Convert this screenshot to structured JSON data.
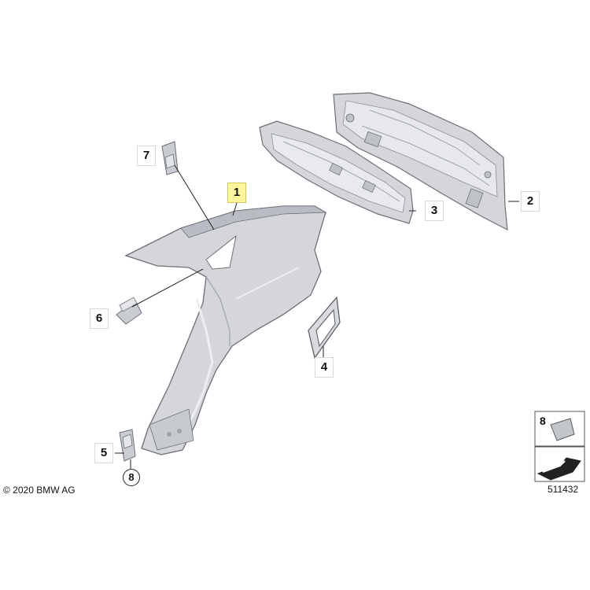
{
  "callouts": {
    "c1": "1",
    "c2": "2",
    "c3": "3",
    "c4": "4",
    "c5": "5",
    "c6": "6",
    "c7": "7",
    "c8_circle": "8",
    "c8_legend": "8"
  },
  "copyright": "© 2020 BMW AG",
  "diagram_number": "511432",
  "colors": {
    "part_fill": "#d4d6da",
    "part_light": "#eceef1",
    "part_dark": "#9fa3aa",
    "outline": "#6b6f76",
    "highlight": "#fff59a"
  }
}
